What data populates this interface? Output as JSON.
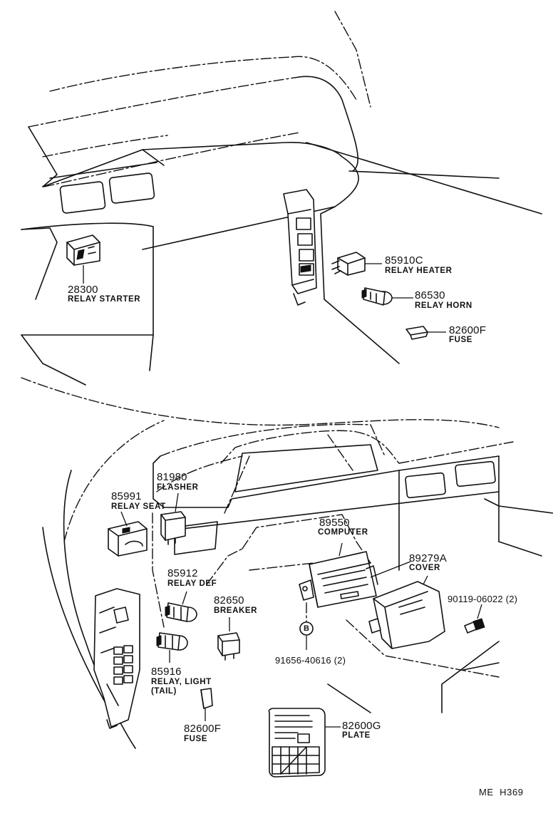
{
  "callouts": {
    "p28300": {
      "number": "28300",
      "name": "RELAY STARTER"
    },
    "p85910c": {
      "number": "85910C",
      "name": "RELAY HEATER"
    },
    "p86530": {
      "number": "86530",
      "name": "RELAY HORN"
    },
    "p82600f_top": {
      "number": "82600F",
      "name": "FUSE"
    },
    "p81980": {
      "number": "81980",
      "name": "FLASHER"
    },
    "p85991": {
      "number": "85991",
      "name": "RELAY SEAT"
    },
    "p89550": {
      "number": "89550",
      "name": "COMPUTER"
    },
    "p89279a": {
      "number": "89279A",
      "name": "COVER"
    },
    "p85912": {
      "number": "85912",
      "name": "RELAY DEF"
    },
    "p82650": {
      "number": "82650",
      "name": "BREAKER"
    },
    "p90119": {
      "number": "90119-06022 (2)"
    },
    "p91656": {
      "number": "91656-40616 (2)"
    },
    "p85916": {
      "number": "85916",
      "name": "RELAY, LIGHT",
      "name2": "(TAIL)"
    },
    "p82600f_bottom": {
      "number": "82600F",
      "name": "FUSE"
    },
    "p82600g": {
      "number": "82600G",
      "name": "PLATE"
    }
  },
  "diagram_code": "ME  H369",
  "marker_letter": "B"
}
